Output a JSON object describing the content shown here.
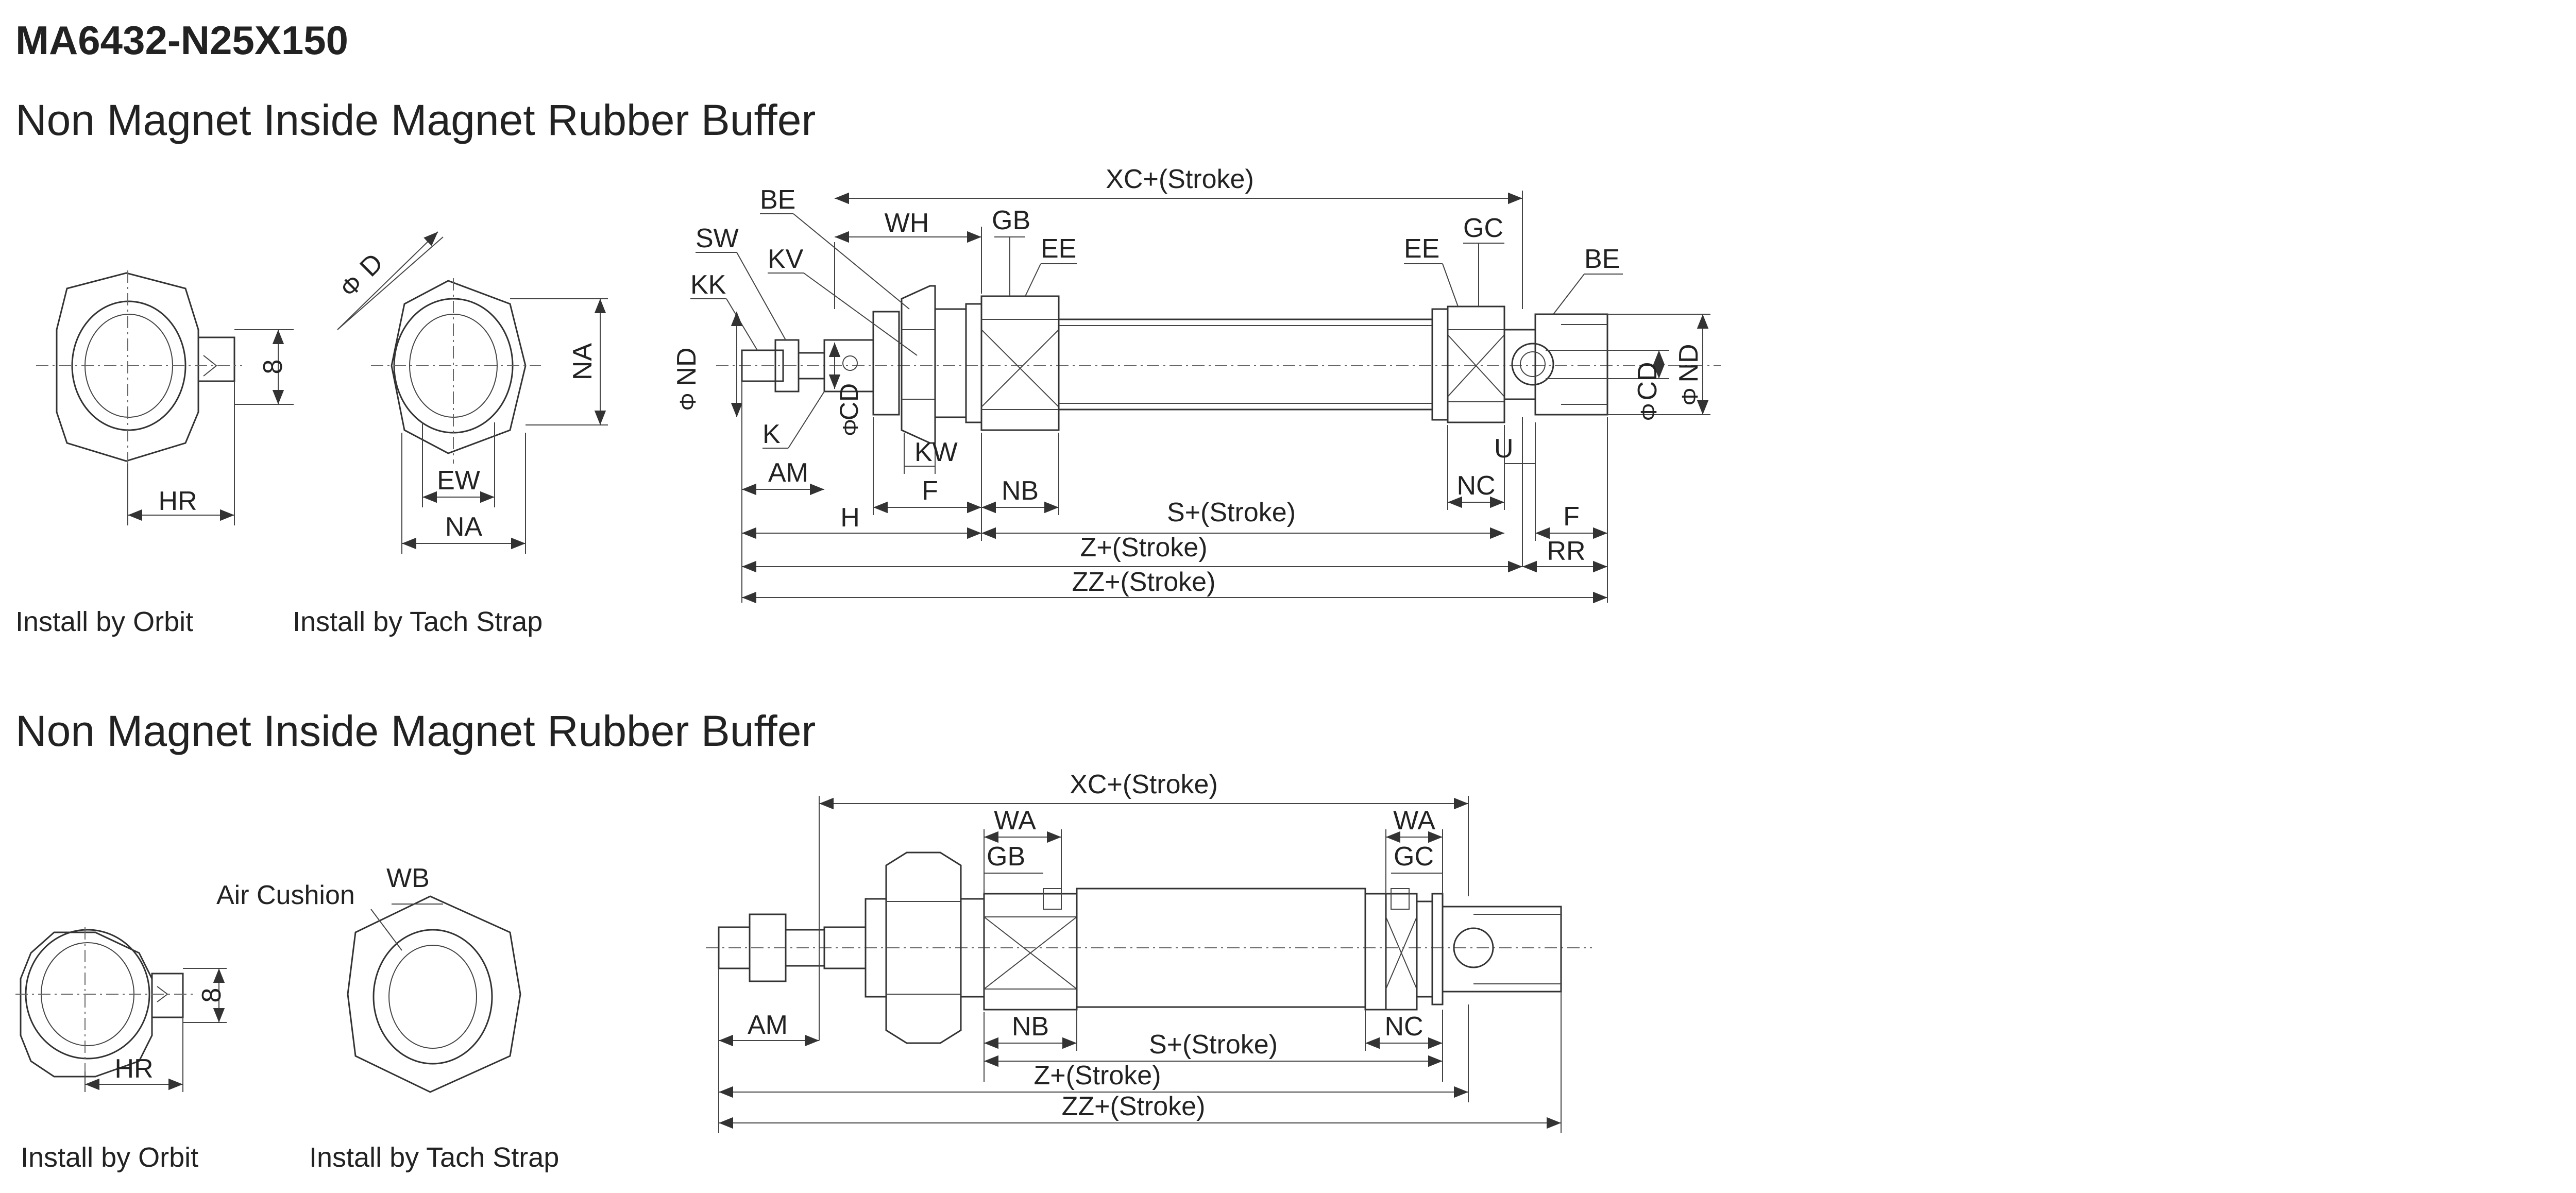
{
  "title": "MA6432-N25X150",
  "section1": {
    "heading": "Non Magnet Inside Magnet Rubber Buffer",
    "caption_orbit": "Install by Orbit",
    "caption_tach": "Install by Tach Strap",
    "labels": {
      "xc": "XC+(Stroke)",
      "be_left": "BE",
      "wh": "WH",
      "gb": "GB",
      "ee_left": "EE",
      "sw": "SW",
      "kv": "KV",
      "kk": "KK",
      "nd_left": "ND",
      "cd_left": "CD",
      "k": "K",
      "kw": "KW",
      "am": "AM",
      "f_left": "F",
      "nb": "NB",
      "h": "H",
      "s": "S+(Stroke)",
      "z": "Z+(Stroke)",
      "zz": "ZZ+(Stroke)",
      "ee_right": "EE",
      "gc": "GC",
      "be_right": "BE",
      "cd_right": "CD",
      "nd_right": "ND",
      "u": "U",
      "nc": "NC",
      "f_right": "F",
      "rr": "RR",
      "d": "D",
      "na_v": "NA",
      "na_h": "NA",
      "ew": "EW",
      "hr": "HR",
      "b": "8",
      "phi": "Φ"
    }
  },
  "section2": {
    "heading": "Non Magnet Inside Magnet Rubber Buffer",
    "caption_orbit": "Install by Orbit",
    "caption_tach": "Install by Tach Strap",
    "labels": {
      "xc": "XC+(Stroke)",
      "wa_left": "WA",
      "gb": "GB",
      "wa_right": "WA",
      "gc": "GC",
      "am": "AM",
      "nb": "NB",
      "s": "S+(Stroke)",
      "nc": "NC",
      "z": "Z+(Stroke)",
      "zz": "ZZ+(Stroke)",
      "air": "Air Cushion",
      "wb": "WB",
      "hr": "HR",
      "b": "8"
    }
  }
}
